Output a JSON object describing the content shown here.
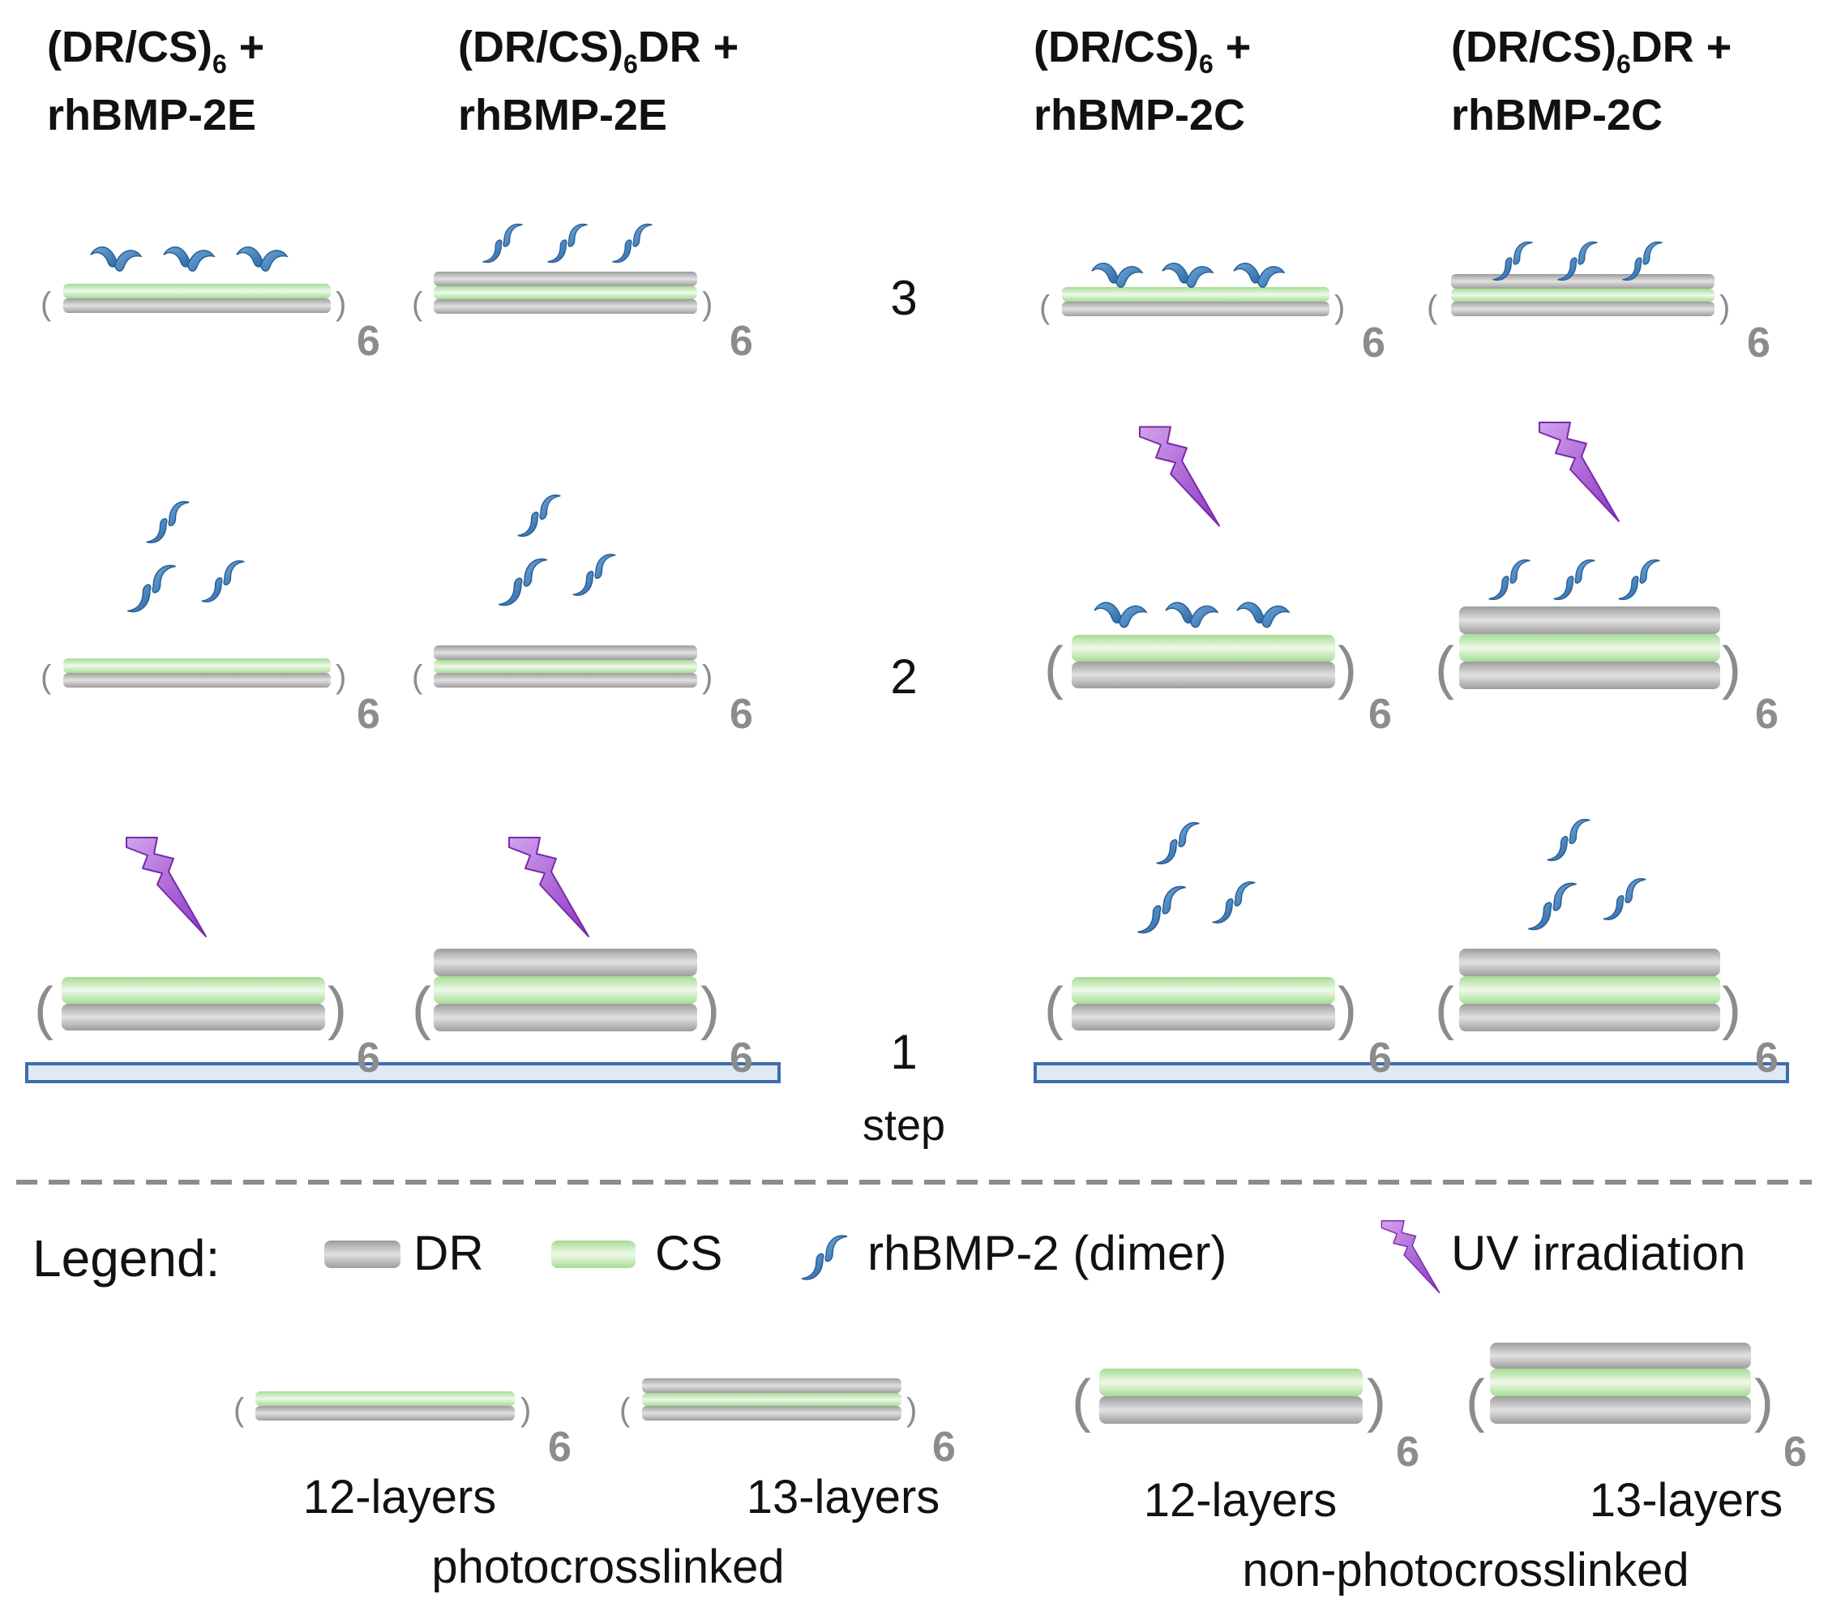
{
  "columns": [
    {
      "line1": "(DR/CS)",
      "line1_sub": "6",
      "line1_tail": " +",
      "line2": "rhBMP-2E"
    },
    {
      "line1": "(DR/CS)",
      "line1_sub": "6",
      "line1_tail": "DR +",
      "line2": "rhBMP-2E"
    },
    {
      "line1": "(DR/CS)",
      "line1_sub": "6",
      "line1_tail": " +",
      "line2": "rhBMP-2C"
    },
    {
      "line1": "(DR/CS)",
      "line1_sub": "6",
      "line1_tail": "DR +",
      "line2": "rhBMP-2C"
    }
  ],
  "steps": [
    "3",
    "2",
    "1"
  ],
  "step_label": "step",
  "repeat_subscript": "6",
  "legend": {
    "title": "Legend:",
    "dr": "DR",
    "cs": "CS",
    "bmp": "rhBMP-2 (dimer)",
    "uv": "UV irradiation"
  },
  "bottom": {
    "layers12": "12-layers",
    "layers13": "13-layers",
    "photo": "photocrosslinked",
    "nonphoto": "non-photocrosslinked"
  },
  "colors": {
    "dr_gray": "#b0b0b0",
    "cs_green": "#b9e3ac",
    "bmp_blue": "#3f78b4",
    "uv_purple": "#9a45c8",
    "substrate_blue": "#3c6fa8",
    "bracket_gray": "#8c8c8c"
  }
}
